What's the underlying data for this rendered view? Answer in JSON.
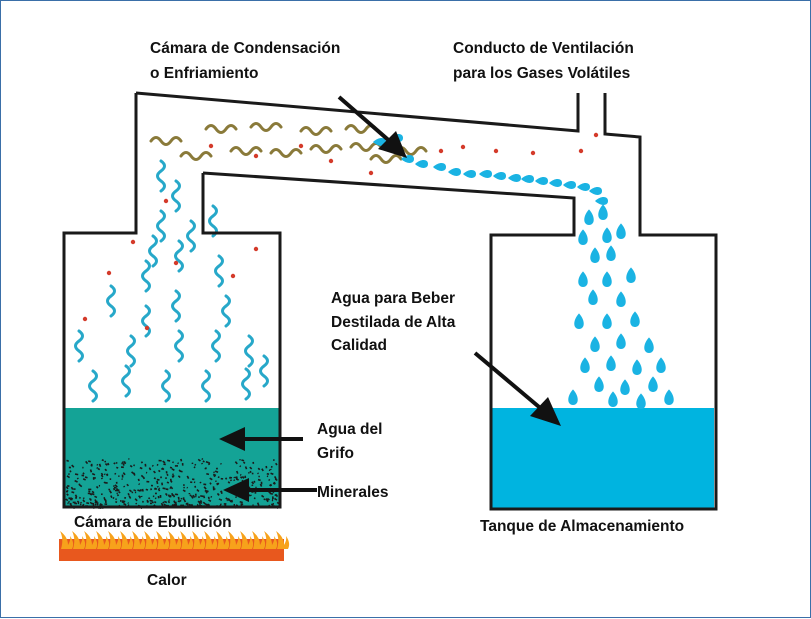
{
  "labels": {
    "condensation_line1": "Cámara de Condensación",
    "condensation_line2": "o Enfriamiento",
    "vent_line1": "Conducto de Ventilación",
    "vent_line2": "para los Gases Volátiles",
    "distilled_line1": "Agua para Beber",
    "distilled_line2": "Destilada de Alta",
    "distilled_line3": "Calidad",
    "tap_line1": "Agua del",
    "tap_line2": "Grifo",
    "minerals": "Minerales",
    "boiling_chamber": "Cámara de Ebullición",
    "storage_tank": "Tanque de Almacenamiento",
    "heat": "Calor"
  },
  "colors": {
    "frame_border": "#3a6fa8",
    "outline": "#1a1a1a",
    "tap_water": "#14a396",
    "distilled_water": "#00b4e0",
    "droplet": "#1ab3e3",
    "steam_wave": "#27a8c9",
    "steam_wave_shade": "#8a7a3a",
    "gas_dots": "#d43a2a",
    "mineral_specks": "#1a1a1a",
    "heat_base": "#e8581e",
    "heat_flame": "#f7a21b"
  }
}
